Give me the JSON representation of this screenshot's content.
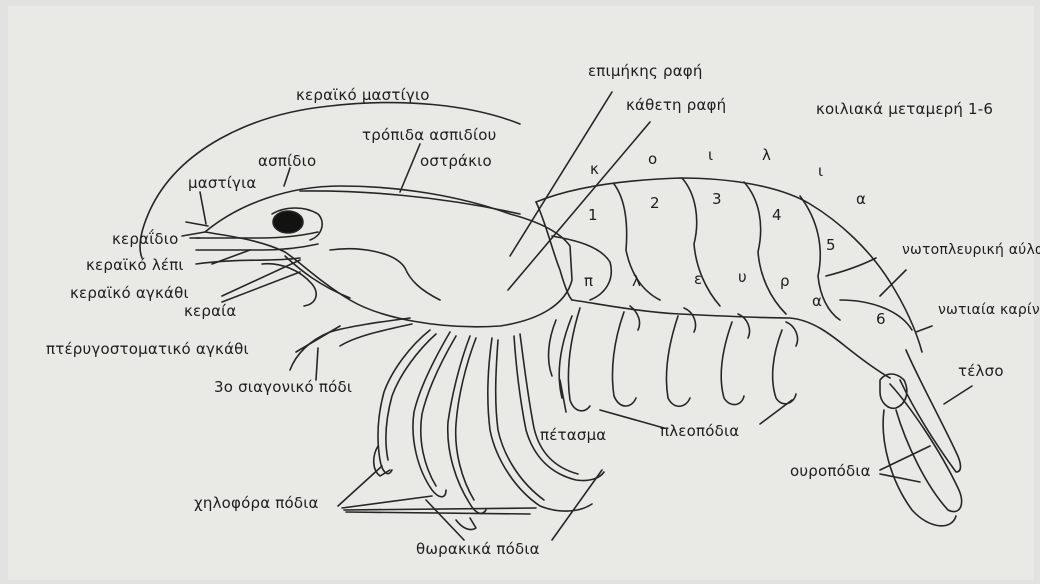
{
  "labels": {
    "antenna_flagellum": "κεραϊκό μαστίγιο",
    "carapace_carina": "τρόπιδα ασπιδίου",
    "carapace": "ασπίδιο",
    "shell": "οστράκιο",
    "flagella": "μαστίγια",
    "antennule": "κεραΐδιο",
    "antennal_scale": "κεραϊκό λέπι",
    "antennal_spine": "κεραϊκό αγκάθι",
    "antenna": "κεραία",
    "pterygostomian_spine": "πτέρυγοστοματικό αγκάθι",
    "third_maxilliped": "3ο σιαγονικό πόδι",
    "longitudinal_suture": "επιμήκης ραφή",
    "vertical_suture": "κάθετη ραφή",
    "abdominal_segments": "κοιλιακά μεταμερή 1-6",
    "dorsopleural_groove": "νωτοπλευρική αύλακα",
    "dorsal_carina": "νωτιαία καρίνα",
    "telson": "τέλσο",
    "uropods": "ουροπόδια",
    "petasma": "πέτασμα",
    "pleopods": "πλεοπόδια",
    "chelate_legs": "χηλοφόρα πόδια",
    "thoracic_legs": "θωρακικά πόδια"
  },
  "tergum_letters": [
    "κ",
    "ο",
    "ι",
    "λ",
    "ι",
    "α"
  ],
  "pleura_letters": [
    "π",
    "λ",
    "ε",
    "υ",
    "ρ",
    "α"
  ],
  "segment_numbers": [
    "1",
    "2",
    "3",
    "4",
    "5",
    "6"
  ]
}
